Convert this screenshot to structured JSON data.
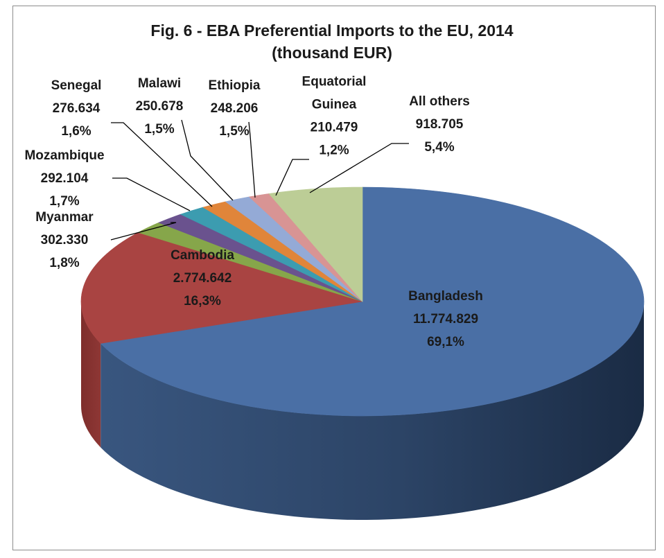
{
  "chart_data": {
    "type": "pie",
    "title_line1": "Fig. 6 - EBA Preferential Imports to the EU, 2014",
    "title_line2": "(thousand EUR)",
    "slices": [
      {
        "name": "Bangladesh",
        "value_label": "11.774.829",
        "pct_label": "69,1%",
        "pct": 69.1,
        "color": "#4a6fa5"
      },
      {
        "name": "Cambodia",
        "value_label": "2.774.642",
        "pct_label": "16,3%",
        "pct": 16.3,
        "color": "#a94442"
      },
      {
        "name": "Myanmar",
        "value_label": "302.330",
        "pct_label": "1,8%",
        "pct": 1.8,
        "color": "#86a64a"
      },
      {
        "name": "Mozambique",
        "value_label": "292.104",
        "pct_label": "1,7%",
        "pct": 1.7,
        "color": "#6a528e"
      },
      {
        "name": "Senegal",
        "value_label": "276.634",
        "pct_label": "1,6%",
        "pct": 1.6,
        "color": "#3c9cb0"
      },
      {
        "name": "Malawi",
        "value_label": "250.678",
        "pct_label": "1,5%",
        "pct": 1.5,
        "color": "#e0853a"
      },
      {
        "name": "Ethiopia",
        "value_label": "248.206",
        "pct_label": "1,5%",
        "pct": 1.5,
        "color": "#94aad6"
      },
      {
        "name": "Equatorial Guinea",
        "name_lines": [
          "Equatorial",
          "Guinea"
        ],
        "value_label": "210.479",
        "pct_label": "1,2%",
        "pct": 1.2,
        "color": "#d89494"
      },
      {
        "name": "All others",
        "value_label": "918.705",
        "pct_label": "5,4%",
        "pct": 5.4,
        "color": "#bccd96"
      }
    ]
  }
}
